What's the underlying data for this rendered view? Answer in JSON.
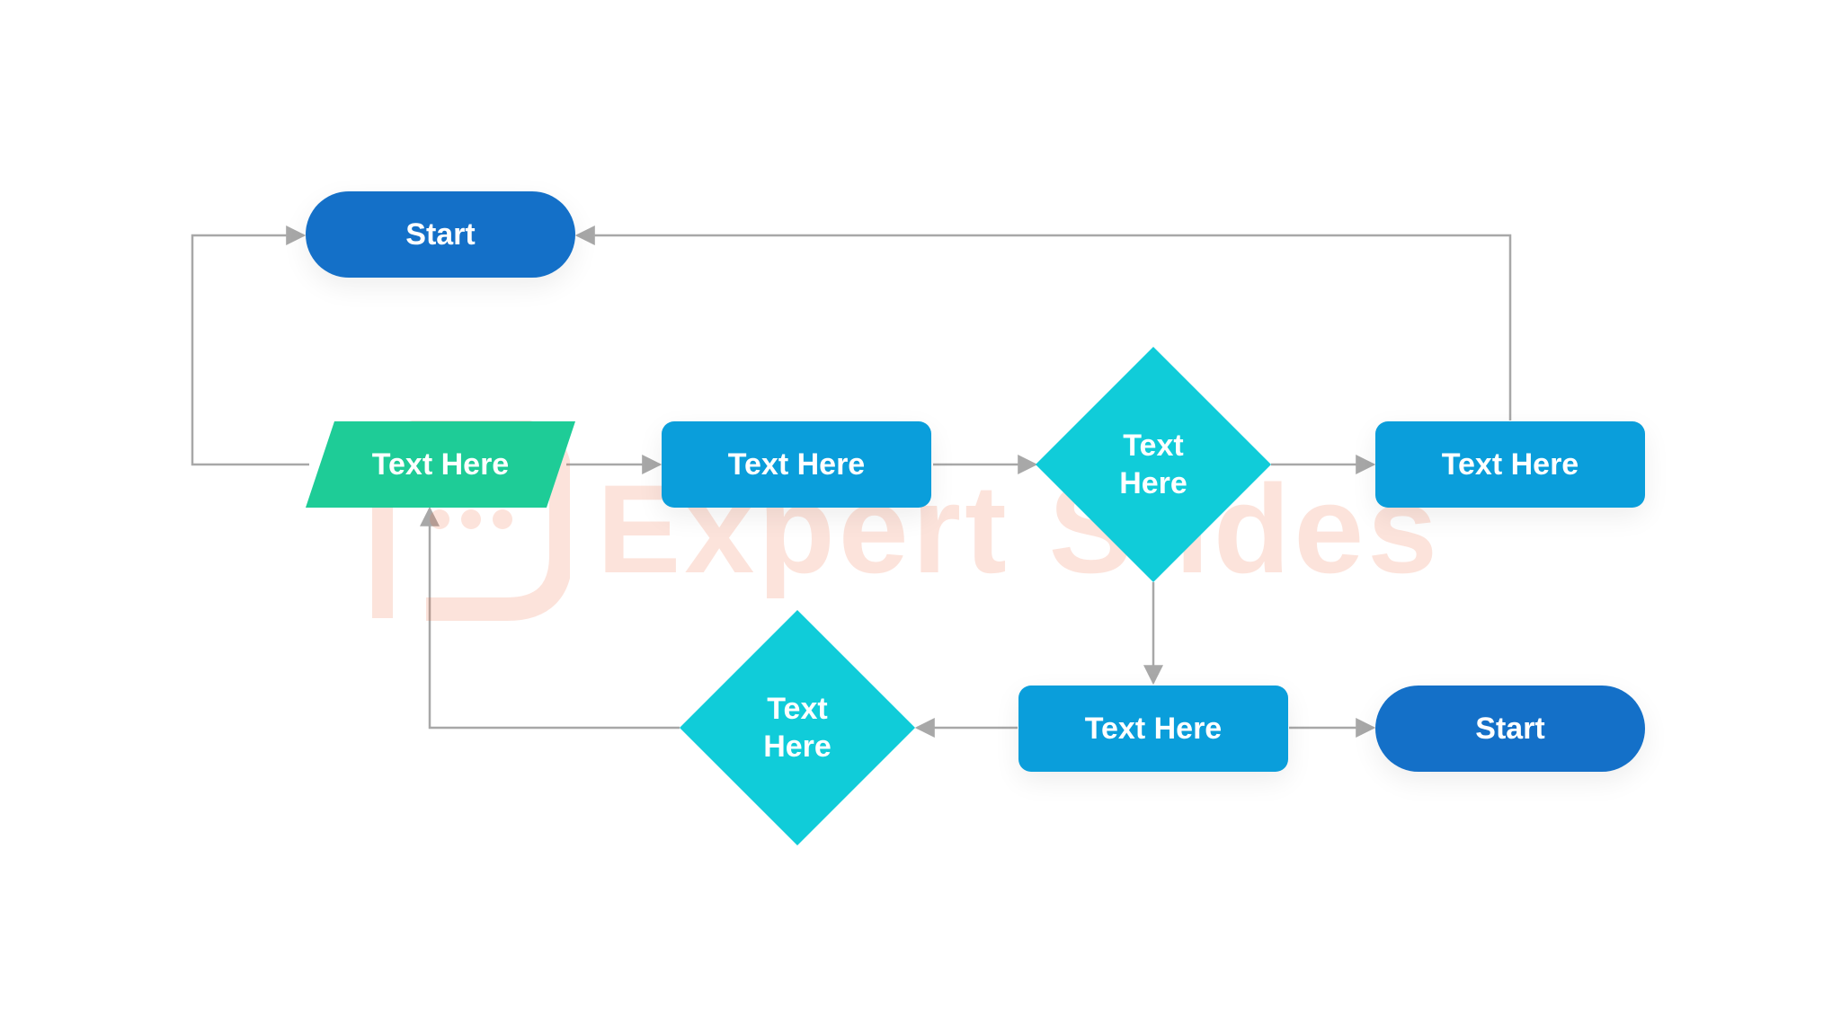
{
  "colors": {
    "terminal": "#1470C8",
    "process": "#0A9EDB",
    "decision": "#10CCD9",
    "io": "#1ECC97",
    "connector": "#A8A8A8",
    "watermark": "#F26A3D"
  },
  "watermark": {
    "text": "Expert Slides",
    "icon": "expert-slides-logo-icon"
  },
  "nodes": {
    "start_top": {
      "label": "Start"
    },
    "input": {
      "label": "Text Here"
    },
    "process_1": {
      "label": "Text Here"
    },
    "decision_1": {
      "label": "Text\nHere"
    },
    "process_2": {
      "label": "Text Here"
    },
    "process_3": {
      "label": "Text Here"
    },
    "start_bottom": {
      "label": "Start"
    },
    "decision_2": {
      "label": "Text\nHere"
    }
  }
}
